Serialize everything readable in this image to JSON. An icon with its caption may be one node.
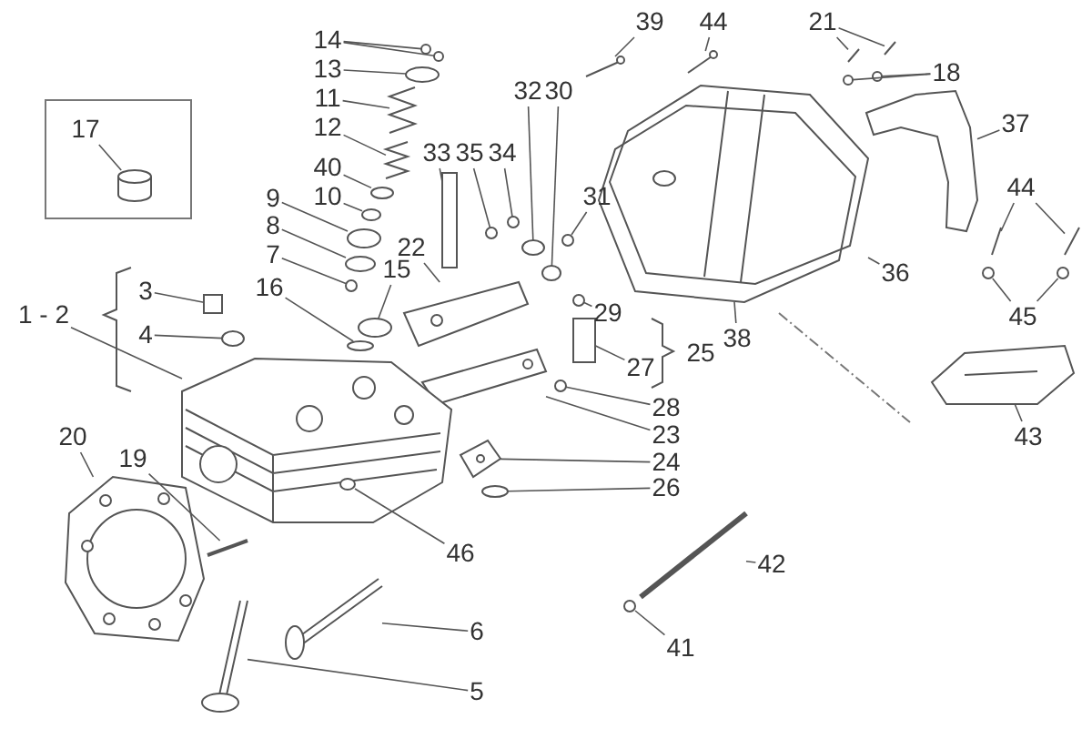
{
  "diagram": {
    "nodes": [
      {
        "text": [
          "14"
        ]
      },
      {
        "text": [
          "13"
        ]
      },
      {
        "text": [
          "11"
        ]
      },
      {
        "text": [
          "12"
        ]
      },
      {
        "text": [
          "40"
        ]
      },
      {
        "text": [
          "10"
        ]
      },
      {
        "text": [
          "9"
        ]
      },
      {
        "text": [
          "8"
        ]
      },
      {
        "text": [
          "7"
        ]
      },
      {
        "text": [
          "15"
        ]
      },
      {
        "text": [
          "16"
        ]
      },
      {
        "text": [
          "22"
        ]
      },
      {
        "text": [
          "33"
        ]
      },
      {
        "text": [
          "35"
        ]
      },
      {
        "text": [
          "34"
        ]
      },
      {
        "text": [
          "32"
        ]
      },
      {
        "text": [
          "30"
        ]
      },
      {
        "text": [
          "31"
        ]
      },
      {
        "text": [
          "39"
        ]
      },
      {
        "text": [
          "44"
        ]
      },
      {
        "text": [
          "21"
        ]
      },
      {
        "text": [
          "18"
        ]
      },
      {
        "text": [
          "37"
        ]
      },
      {
        "text": [
          "36"
        ]
      },
      {
        "text": [
          "38"
        ]
      },
      {
        "text": [
          "29"
        ]
      },
      {
        "text": [
          "27"
        ]
      },
      {
        "text": [
          "28"
        ]
      },
      {
        "text": [
          "23"
        ]
      },
      {
        "text": [
          "24"
        ]
      },
      {
        "text": [
          "26"
        ]
      },
      {
        "text": [
          "42"
        ]
      },
      {
        "text": [
          "41"
        ]
      },
      {
        "text": [
          "46"
        ]
      },
      {
        "text": [
          "44"
        ]
      },
      {
        "text": [
          "45"
        ]
      },
      {
        "text": [
          "43"
        ]
      },
      {
        "text": [
          "17"
        ]
      },
      {
        "text": [
          "3"
        ]
      },
      {
        "text": [
          "4"
        ]
      },
      {
        "text": [
          "20"
        ]
      },
      {
        "text": [
          "19"
        ]
      },
      {
        "text": [
          "6"
        ]
      },
      {
        "text": [
          "5"
        ]
      },
      {
        "text": [],
        "shape": "circle"
      },
      {
        "text": [],
        "shape": "circle"
      },
      {
        "text": [],
        "shape": "circle"
      },
      {
        "text": [],
        "shape": "picture"
      },
      {
        "text": [],
        "shape": "picture"
      },
      {
        "text": [],
        "shape": "circle"
      },
      {
        "text": [],
        "shape": "circle"
      },
      {
        "text": [],
        "shape": "circle"
      },
      {
        "text": [],
        "shape": "circle"
      },
      {
        "text": [],
        "shape": "circle"
      },
      {
        "text": [],
        "shape": "circle"
      },
      {
        "text": [],
        "shape": "circle"
      },
      {
        "text": [],
        "shape": "picture"
      },
      {
        "text": [],
        "shape": "box"
      },
      {
        "text": [],
        "shape": "circle"
      },
      {
        "text": [],
        "shape": "circle"
      },
      {
        "text": [],
        "shape": "circle"
      },
      {
        "text": [],
        "shape": "circle"
      },
      {
        "text": [],
        "shape": "circle"
      },
      {
        "text": [],
        "shape": "circle"
      },
      {
        "text": [],
        "shape": "box"
      },
      {
        "text": [],
        "shape": "circle"
      },
      {
        "text": [],
        "shape": "picture"
      },
      {
        "text": [],
        "shape": "picture"
      },
      {
        "text": [],
        "shape": "circle"
      },
      {
        "text": [],
        "shape": "picture"
      },
      {
        "text": [],
        "shape": "picture"
      },
      {
        "text": [],
        "shape": "picture"
      },
      {
        "text": [],
        "shape": "picture"
      },
      {
        "text": [],
        "shape": "circle"
      },
      {
        "text": [],
        "shape": "circle"
      },
      {
        "text": [],
        "shape": "picture"
      },
      {
        "text": [],
        "shape": "picture"
      },
      {
        "text": [],
        "shape": "picture"
      },
      {
        "text": [],
        "shape": "picture"
      },
      {
        "text": [],
        "shape": "circle"
      },
      {
        "text": [],
        "shape": "picture"
      },
      {
        "text": [],
        "shape": "circle",
        "in": 80
      },
      {
        "text": [],
        "shape": "circle"
      },
      {
        "text": [],
        "shape": "circle"
      },
      {
        "text": [],
        "shape": "picture"
      },
      {
        "text": [],
        "shape": "picture"
      },
      {
        "text": [],
        "shape": "picture"
      },
      {
        "text": [],
        "shape": "cylinder"
      },
      {
        "text": [],
        "shape": "box"
      },
      {
        "text": [],
        "shape": "circle"
      },
      {
        "text": [],
        "shape": "picture"
      },
      {
        "text": [],
        "shape": "picture"
      },
      {
        "text": [],
        "shape": "picture"
      },
      {
        "text": [],
        "shape": "picture"
      },
      {
        "text": [
          "1 - 2"
        ]
      }
    ],
    "edges": [
      {
        "from": 0,
        "to": 44,
        "arrow": "none"
      },
      {
        "from": 0,
        "to": 45,
        "arrow": "none"
      },
      {
        "from": 1,
        "to": 46,
        "arrow": "none"
      },
      {
        "from": 2,
        "to": 47,
        "arrow": "none"
      },
      {
        "from": 3,
        "to": 48,
        "arrow": "none"
      },
      {
        "from": 4,
        "to": 49,
        "arrow": "none"
      },
      {
        "from": 5,
        "to": 50,
        "arrow": "none"
      },
      {
        "from": 6,
        "to": 51,
        "arrow": "none"
      },
      {
        "from": 7,
        "to": 52,
        "arrow": "none"
      },
      {
        "from": 8,
        "to": 53,
        "arrow": "none"
      },
      {
        "from": 9,
        "to": 54,
        "arrow": "none"
      },
      {
        "from": 10,
        "to": 55,
        "arrow": "none"
      },
      {
        "from": 11,
        "to": 56,
        "arrow": "none"
      },
      {
        "from": 12,
        "to": 57,
        "arrow": "none"
      },
      {
        "from": 13,
        "to": 58,
        "arrow": "none"
      },
      {
        "from": 14,
        "to": 59,
        "arrow": "none"
      },
      {
        "from": 15,
        "to": 60,
        "arrow": "none"
      },
      {
        "from": 16,
        "to": 61,
        "arrow": "none"
      },
      {
        "from": 17,
        "to": 62,
        "arrow": "none"
      },
      {
        "from": 18,
        "to": 69,
        "arrow": "none"
      },
      {
        "from": 19,
        "to": 70,
        "arrow": "none"
      },
      {
        "from": 20,
        "to": 71,
        "arrow": "none"
      },
      {
        "from": 20,
        "to": 72,
        "arrow": "none"
      },
      {
        "from": 21,
        "to": 73,
        "arrow": "none"
      },
      {
        "from": 21,
        "to": 74,
        "arrow": "none"
      },
      {
        "from": 22,
        "to": 75,
        "arrow": "none"
      },
      {
        "from": 23,
        "to": 76,
        "arrow": "none"
      },
      {
        "from": 24,
        "to": 77,
        "arrow": "none"
      },
      {
        "from": 25,
        "to": 63,
        "arrow": "none"
      },
      {
        "from": 26,
        "to": 64,
        "arrow": "none"
      },
      {
        "from": 27,
        "to": 65,
        "arrow": "none"
      },
      {
        "from": 28,
        "to": 66,
        "arrow": "none"
      },
      {
        "from": 29,
        "to": 67,
        "arrow": "none"
      },
      {
        "from": 30,
        "to": 68,
        "arrow": "none"
      },
      {
        "from": 31,
        "to": 78,
        "arrow": "none"
      },
      {
        "from": 32,
        "to": 79,
        "arrow": "none"
      },
      {
        "from": 33,
        "to": 81,
        "arrow": "none"
      },
      {
        "from": 34,
        "to": 84,
        "arrow": "none"
      },
      {
        "from": 34,
        "to": 85,
        "arrow": "none"
      },
      {
        "from": 35,
        "to": 82,
        "arrow": "none"
      },
      {
        "from": 35,
        "to": 83,
        "arrow": "none"
      },
      {
        "from": 36,
        "to": 86,
        "arrow": "none"
      },
      {
        "from": 37,
        "to": 87,
        "arrow": "none"
      },
      {
        "from": 38,
        "to": 88,
        "arrow": "none"
      },
      {
        "from": 39,
        "to": 89,
        "arrow": "none"
      },
      {
        "from": 40,
        "to": 90,
        "arrow": "none"
      },
      {
        "from": 41,
        "to": 91,
        "arrow": "none"
      },
      {
        "from": 42,
        "to": 92,
        "arrow": "none"
      },
      {
        "from": 43,
        "to": 93,
        "arrow": "none"
      },
      {
        "from": 94,
        "to": 80,
        "arrow": "none"
      }
    ],
    "labels": [
      "25"
    ]
  }
}
